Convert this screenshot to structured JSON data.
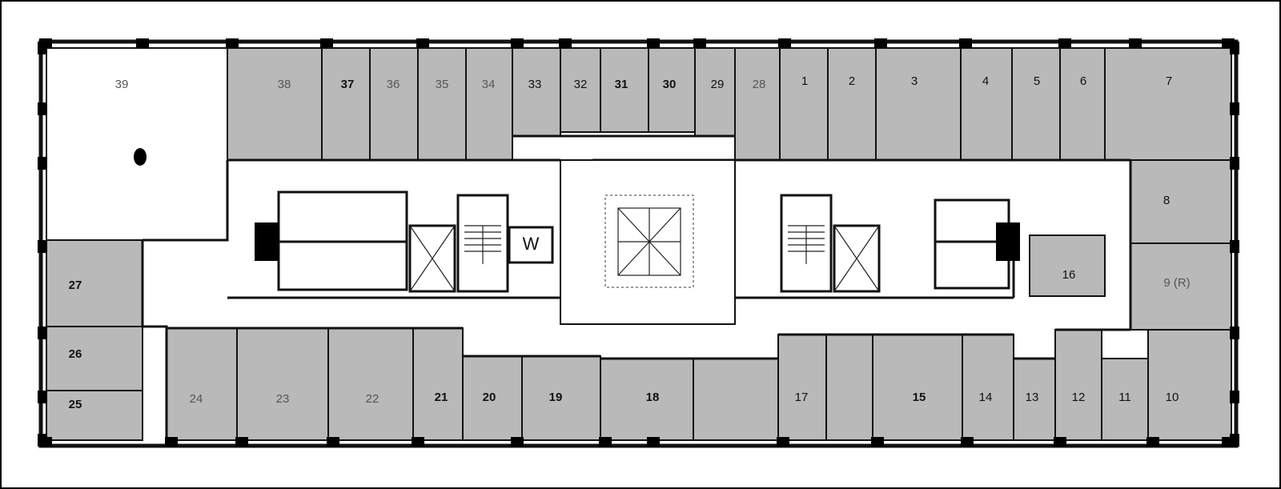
{
  "floorplan": {
    "rooms_top": [
      {
        "id": "r39",
        "label": "39"
      },
      {
        "id": "r38",
        "label": "38"
      },
      {
        "id": "r37",
        "label": "37"
      },
      {
        "id": "r36",
        "label": "36"
      },
      {
        "id": "r35",
        "label": "35"
      },
      {
        "id": "r34",
        "label": "34"
      },
      {
        "id": "r33",
        "label": "33"
      },
      {
        "id": "r32",
        "label": "32"
      },
      {
        "id": "r31",
        "label": "31"
      },
      {
        "id": "r30",
        "label": "30"
      },
      {
        "id": "r29",
        "label": "29"
      },
      {
        "id": "r28",
        "label": "28"
      },
      {
        "id": "r1",
        "label": "1"
      },
      {
        "id": "r2",
        "label": "2"
      },
      {
        "id": "r3",
        "label": "3"
      },
      {
        "id": "r4",
        "label": "4"
      },
      {
        "id": "r5",
        "label": "5"
      },
      {
        "id": "r6",
        "label": "6"
      },
      {
        "id": "r7",
        "label": "7"
      }
    ],
    "rooms_right": [
      {
        "id": "r8",
        "label": "8"
      },
      {
        "id": "r9",
        "label": "9 (R)"
      },
      {
        "id": "r16",
        "label": "16"
      }
    ],
    "rooms_left": [
      {
        "id": "r27",
        "label": "27"
      },
      {
        "id": "r26",
        "label": "26"
      },
      {
        "id": "r25",
        "label": "25"
      }
    ],
    "rooms_bottom": [
      {
        "id": "r24",
        "label": "24"
      },
      {
        "id": "r23",
        "label": "23"
      },
      {
        "id": "r22",
        "label": "22"
      },
      {
        "id": "r21",
        "label": "21"
      },
      {
        "id": "r20",
        "label": "20"
      },
      {
        "id": "r19",
        "label": "19"
      },
      {
        "id": "r18",
        "label": "18"
      },
      {
        "id": "r17",
        "label": "17"
      },
      {
        "id": "r15",
        "label": "15"
      },
      {
        "id": "r14",
        "label": "14"
      },
      {
        "id": "r13",
        "label": "13"
      },
      {
        "id": "r12",
        "label": "12"
      },
      {
        "id": "r11",
        "label": "11"
      },
      {
        "id": "r10",
        "label": "10"
      }
    ],
    "core_label": "W"
  }
}
